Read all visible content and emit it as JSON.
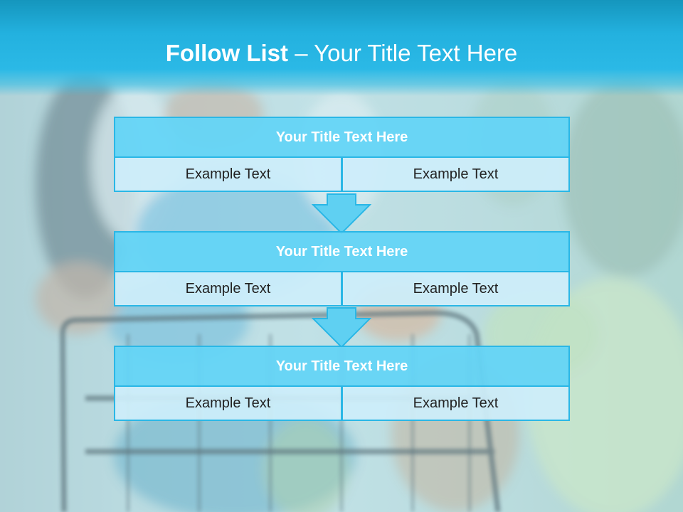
{
  "slide": {
    "title_bold": "Follow List",
    "title_rest": " – Your Title Text Here"
  },
  "blocks": [
    {
      "title": "Your Title Text Here",
      "left_text": "Example Text",
      "right_text": "Example Text"
    },
    {
      "title": "Your Title Text Here",
      "left_text": "Example Text",
      "right_text": "Example Text"
    },
    {
      "title": "Your Title Text Here",
      "left_text": "Example Text",
      "right_text": "Example Text"
    }
  ],
  "colors": {
    "title_band": "#23b1df",
    "block_header": "#64d4f6",
    "block_cell": "#ceeefa",
    "border": "#2ab7e6",
    "arrow_fill": "#5fd0f2"
  },
  "icons": {
    "connector": "down-arrow-icon"
  }
}
